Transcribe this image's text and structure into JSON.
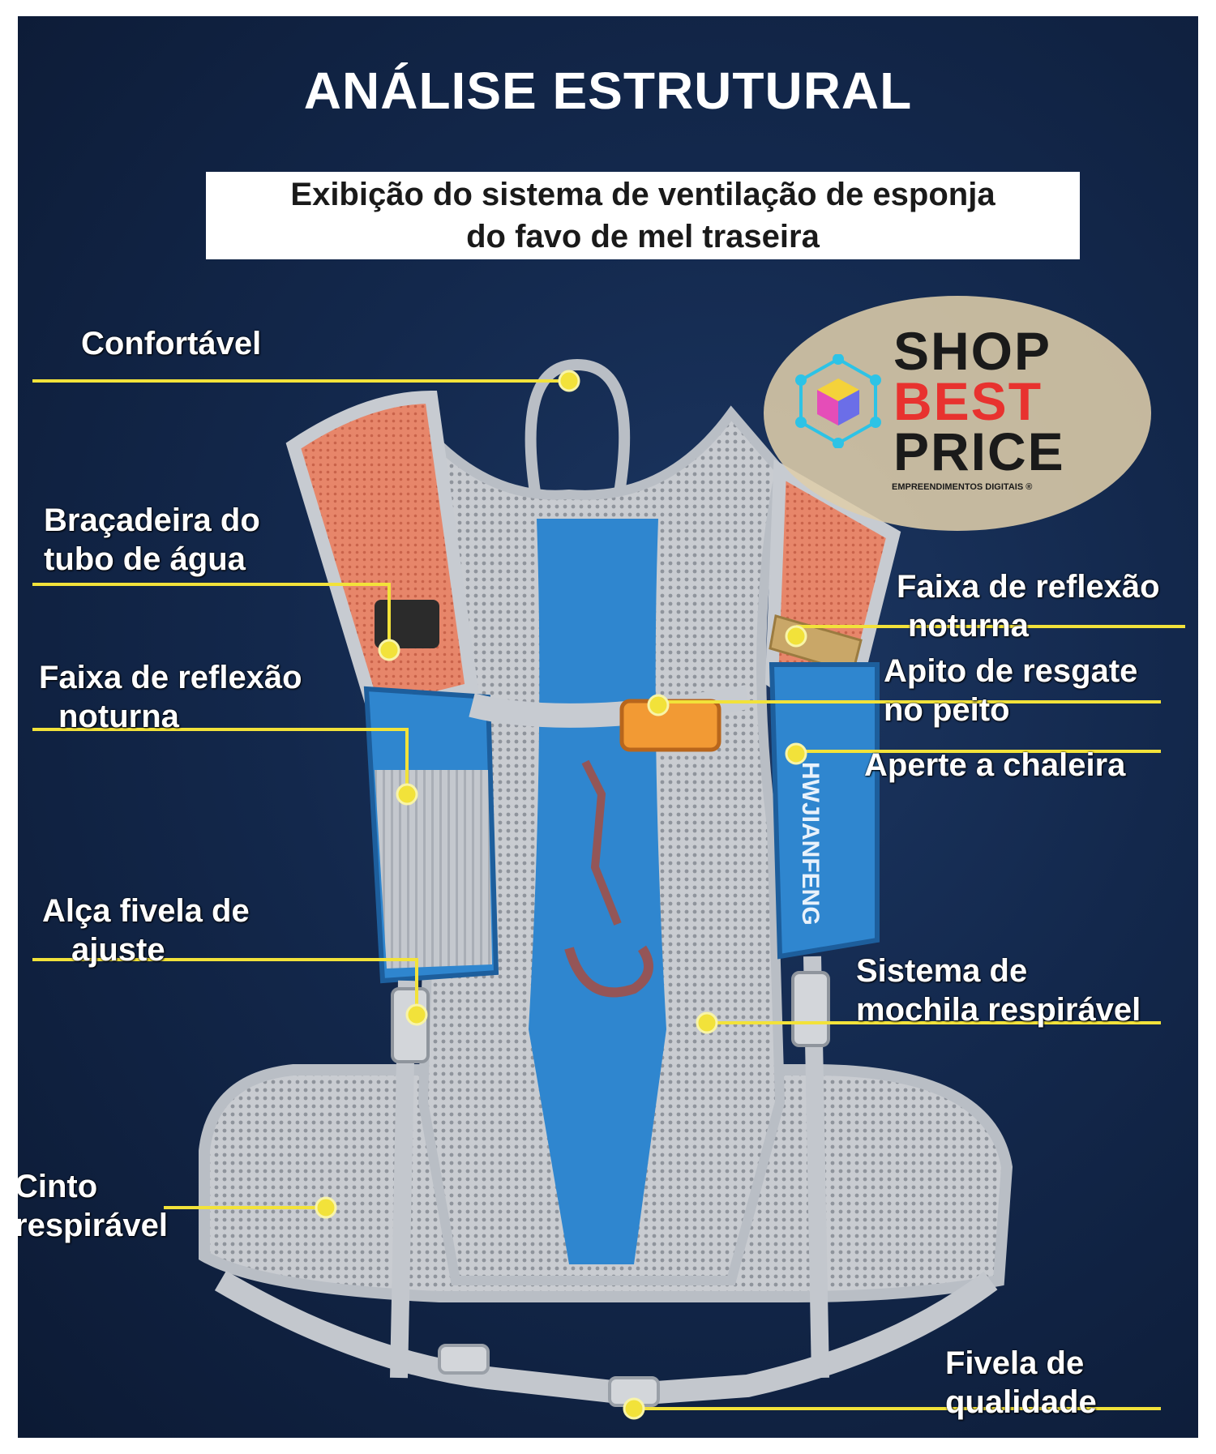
{
  "page": {
    "title": "ANÁLISE ESTRUTURAL",
    "subtitle_line1": "Exibição do sistema de ventilação de esponja",
    "subtitle_line2": "do favo de  mel traseira"
  },
  "logo": {
    "line1": "SHOP",
    "line2": "BEST",
    "line3": "PRICE",
    "tagline": "EMPREENDIMENTOS DIGITAIS ®",
    "icon": "cube-network-icon"
  },
  "product": {
    "brand_print": "HWJIANFENG"
  },
  "callouts": {
    "confortavel": {
      "lines": [
        "Confortável"
      ]
    },
    "bracadeira": {
      "lines": [
        "Braçadeira do",
        "tubo de água"
      ]
    },
    "faixa_esquerda": {
      "lines": [
        "Faixa de reflexão",
        "noturna"
      ]
    },
    "alca_fivela": {
      "lines": [
        "Alça fivela de",
        "ajuste"
      ]
    },
    "cinto": {
      "lines": [
        "Cinto",
        "respirável"
      ]
    },
    "faixa_direita": {
      "lines": [
        "Faixa de reflexão",
        "noturna"
      ]
    },
    "apito": {
      "lines": [
        "Apito de resgate",
        "no peito"
      ]
    },
    "aperte": {
      "lines": [
        "Aperte a chaleira"
      ]
    },
    "sistema": {
      "lines": [
        "Sistema de",
        "mochila respirável"
      ]
    },
    "fivela": {
      "lines": [
        "Fivela de",
        "qualidade"
      ]
    }
  },
  "colors": {
    "background": "#13284c",
    "callout_line": "#f2e23a",
    "vest_blue": "#2f86cf",
    "mesh_gray": "#c9ccd1",
    "shoulder_orange": "#e7866a",
    "logo_red": "#e8322f"
  }
}
